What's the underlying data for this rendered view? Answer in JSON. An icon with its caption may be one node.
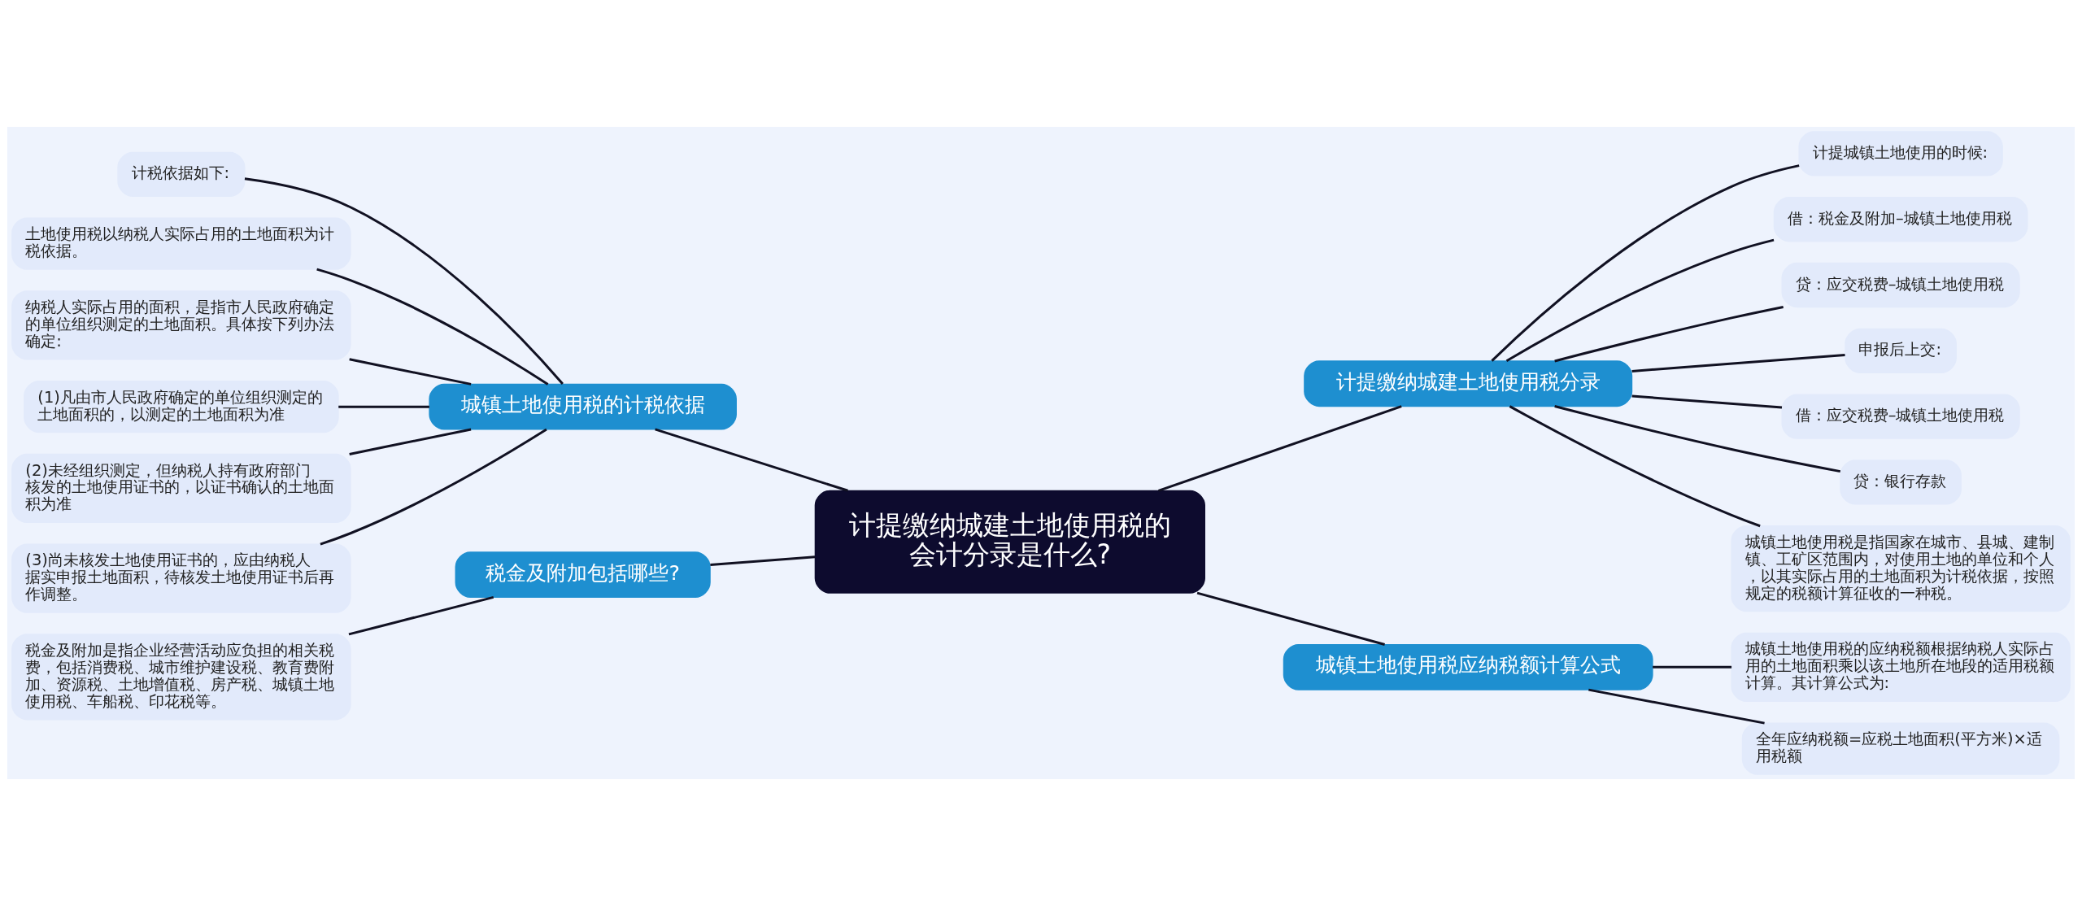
{
  "diagram": {
    "nodes": [
      {
        "text": [
          "计提缴纳城建土地使用税的会计分录是什么?"
        ]
      },
      {
        "text": [
          "城镇土地使用税的计税依据"
        ]
      },
      {
        "text": [
          "计税依据如下:"
        ]
      },
      {
        "text": [
          "土地使用税以纳税人实际占用的土地面积为计税依据。"
        ]
      },
      {
        "text": [
          "纳税人实际占用的面积，是指市人民政府确定的单位组织测定的土地面积。具体按下列办法确定:"
        ]
      },
      {
        "text": [
          "(1)凡由市人民政府确定的单位组织测定的土地面积的，以测定的土地面积为准"
        ]
      },
      {
        "text": [
          "(2)未经组织测定，但纳税人持有政府部门核发的土地使用证书的，以证书确认的土地面积为准"
        ]
      },
      {
        "text": [
          "(3)尚未核发土地使用证书的，应由纳税人据实申报土地面积，待核发土地使用证书后再作调整。"
        ]
      },
      {
        "text": [
          "税金及附加包括哪些?"
        ]
      },
      {
        "text": [
          "税金及附加是指企业经营活动应负担的相关税费，包括消费税、城市维护建设税、教育费附加、资源税、土地增值税、房产税、城镇土地使用税、车船税、印花税等。"
        ]
      },
      {
        "text": [
          "计提缴纳城建土地使用税分录"
        ]
      },
      {
        "text": [
          "计提城镇土地使用的时候:"
        ]
      },
      {
        "text": [
          "借：税金及附加–城镇土地使用税"
        ]
      },
      {
        "text": [
          "贷：应交税费–城镇土地使用税"
        ]
      },
      {
        "text": [
          "申报后上交:"
        ]
      },
      {
        "text": [
          "借：应交税费–城镇土地使用税"
        ]
      },
      {
        "text": [
          "贷：银行存款"
        ]
      },
      {
        "text": [
          "城镇土地使用税是指国家在城市、县城、建制镇、工矿区范围内，对使用土地的单位和个人，以其实际占用的土地面积为计税依据，按照规定的税额计算征收的一种税。"
        ]
      },
      {
        "text": [
          "城镇土地使用税应纳税额计算公式"
        ]
      },
      {
        "text": [
          "城镇土地使用税的应纳税额根据纳税人实际占用的土地面积乘以该土地所在地段的适用税额计算。其计算公式为:"
        ]
      },
      {
        "text": [
          "全年应纳税额=应税土地面积(平方米)×适用税额"
        ]
      }
    ],
    "edges": [
      {
        "from": 0,
        "to": 1,
        "arrow": "none"
      },
      {
        "from": 1,
        "to": 2,
        "arrow": "none"
      },
      {
        "from": 1,
        "to": 3,
        "arrow": "none"
      },
      {
        "from": 1,
        "to": 4,
        "arrow": "none"
      },
      {
        "from": 1,
        "to": 5,
        "arrow": "none"
      },
      {
        "from": 1,
        "to": 6,
        "arrow": "none"
      },
      {
        "from": 1,
        "to": 7,
        "arrow": "none"
      },
      {
        "from": 0,
        "to": 8,
        "arrow": "none"
      },
      {
        "from": 8,
        "to": 9,
        "arrow": "none"
      },
      {
        "from": 0,
        "to": 10,
        "arrow": "none"
      },
      {
        "from": 10,
        "to": 11,
        "arrow": "none"
      },
      {
        "from": 10,
        "to": 12,
        "arrow": "none"
      },
      {
        "from": 10,
        "to": 13,
        "arrow": "none"
      },
      {
        "from": 10,
        "to": 14,
        "arrow": "none"
      },
      {
        "from": 10,
        "to": 15,
        "arrow": "none"
      },
      {
        "from": 10,
        "to": 16,
        "arrow": "none"
      },
      {
        "from": 10,
        "to": 17,
        "arrow": "none"
      },
      {
        "from": 0,
        "to": 18,
        "arrow": "none"
      },
      {
        "from": 18,
        "to": 19,
        "arrow": "none"
      },
      {
        "from": 18,
        "to": 20,
        "arrow": "none"
      }
    ]
  }
}
